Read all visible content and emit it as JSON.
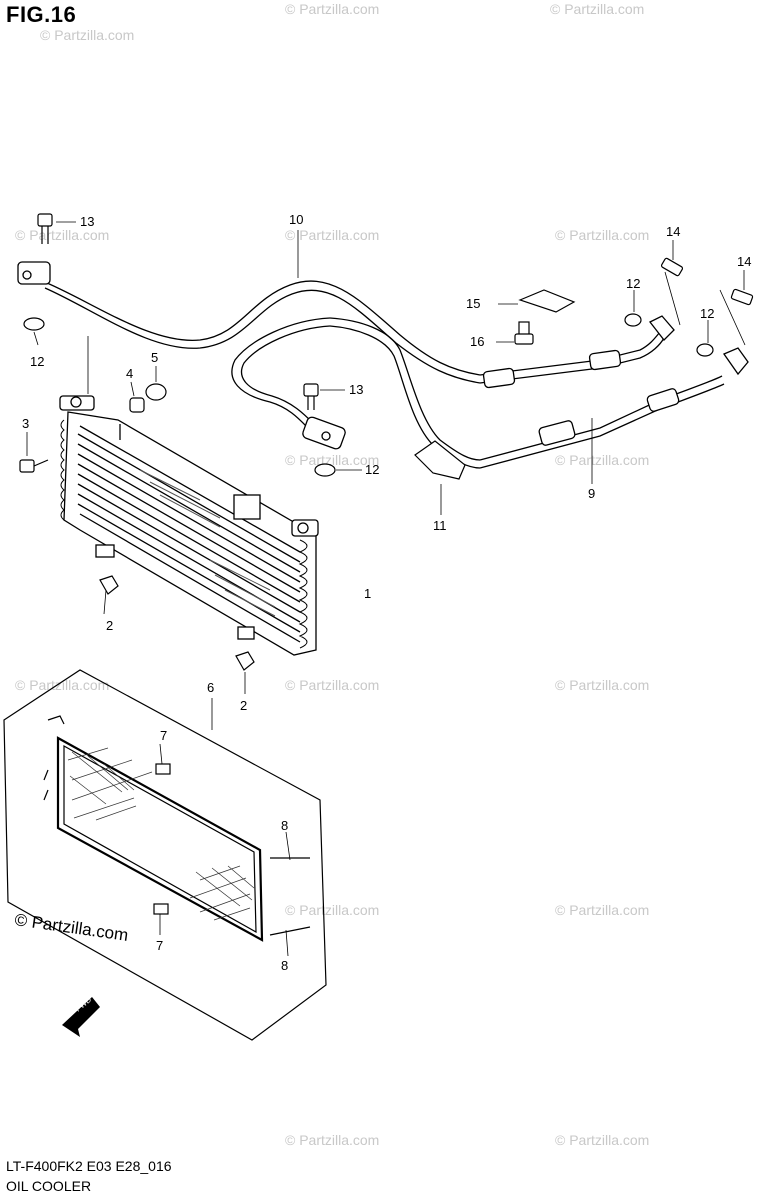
{
  "figure": {
    "title": "FIG.16",
    "diagram_code": "LT-F400FK2 E03 E28_016",
    "caption": "OIL COOLER"
  },
  "watermark": {
    "text": "© Partzilla.com",
    "corner_text": "© Partzilla.com"
  },
  "fwd_marker": "FWD",
  "callouts": [
    "1",
    "2",
    "2",
    "3",
    "4",
    "5",
    "6",
    "7",
    "7",
    "8",
    "8",
    "9",
    "10",
    "11",
    "12",
    "12",
    "12",
    "12",
    "13",
    "13",
    "14",
    "14",
    "15",
    "16"
  ],
  "colors": {
    "line": "#000000",
    "watermark": "#c8c8c8",
    "background": "#ffffff"
  }
}
